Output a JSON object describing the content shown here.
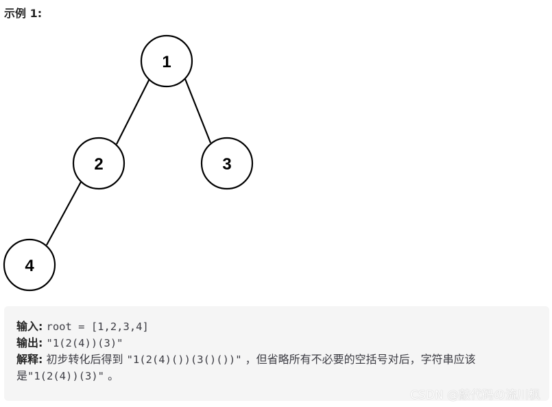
{
  "example": {
    "title": "示例 1:"
  },
  "tree": {
    "nodes": [
      {
        "id": "n1",
        "label": "1"
      },
      {
        "id": "n2",
        "label": "2"
      },
      {
        "id": "n3",
        "label": "3"
      },
      {
        "id": "n4",
        "label": "4"
      }
    ],
    "edges": [
      [
        "1",
        "2"
      ],
      [
        "1",
        "3"
      ],
      [
        "2",
        "4"
      ]
    ]
  },
  "box": {
    "input_label": "输入:",
    "input_value": "root = [1,2,3,4]",
    "output_label": "输出:",
    "output_value": "\"1(2(4))(3)\"",
    "explain_label": "解释:",
    "explain_line1_prefix": "初步转化后得到 ",
    "explain_line1_code": "\"1(2(4)())(3()())\"",
    "explain_line1_suffix": " ，但省略所有不必要的空括号对后，字符串应该",
    "explain_line2_prefix": "是",
    "explain_line2_code": "\"1(2(4))(3)\"",
    "explain_line2_suffix": " 。"
  },
  "watermark": "CSDN @敲代码の流川枫"
}
